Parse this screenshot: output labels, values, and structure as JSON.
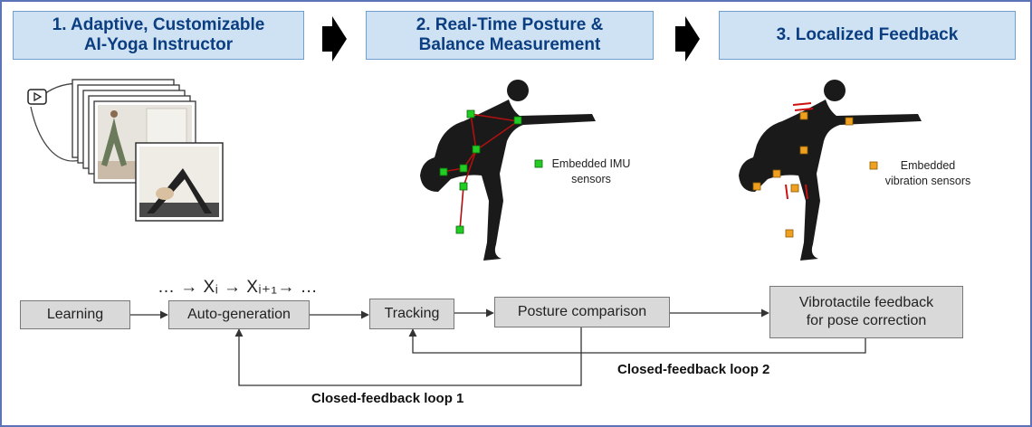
{
  "steps": [
    {
      "label": "1. Adaptive, Customizable\nAI-Yoga Instructor"
    },
    {
      "label": "2. Real-Time Posture &\nBalance Measurement"
    },
    {
      "label": "3. Localized Feedback"
    }
  ],
  "legend": {
    "imu": "Embedded IMU\nsensors",
    "vibration": "Embedded\nvibration sensors"
  },
  "flow": {
    "learning": "Learning",
    "auto_generation": "Auto-generation",
    "tracking": "Tracking",
    "posture_comparison": "Posture comparison",
    "vibrotactile": "Vibrotactile feedback\nfor pose correction",
    "sequence": "… → Xᵢ → Xᵢ₊₁→ …"
  },
  "loops": {
    "loop1": "Closed-feedback loop 1",
    "loop2": "Closed-feedback loop 2"
  },
  "colors": {
    "header_bg": "#cfe2f3",
    "header_text": "#0b3e80",
    "imu_marker": "#22cc22",
    "vibration_marker": "#f0a020",
    "skeleton": "#b01010"
  },
  "icons": [
    "play-icon",
    "arrow-right-icon"
  ]
}
